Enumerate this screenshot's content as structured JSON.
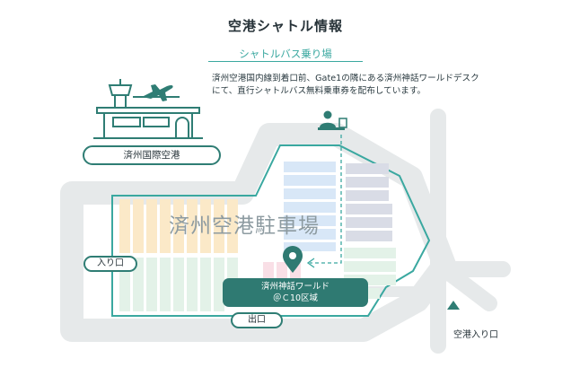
{
  "title": "空港シャトル情報",
  "subtitle": "シャトルバス乗り場",
  "description": "済州空港国内線到着口前、Gate1の隣にある済州神話ワールドデスクにて、直行シャトルバス無料乗車券を配布しています。",
  "labels": {
    "airport": "済州国際空港",
    "parking": "済州空港駐車場",
    "entrance": "入り口",
    "exit": "出口",
    "counter_line1": "済州神話ワールド",
    "counter_line2": "＠Ｃ10区域",
    "airport_entrance": "空港入り口"
  },
  "colors": {
    "accent": "#3aa8a0",
    "counter": "#2f7a72",
    "road": "#e6e9ea",
    "zone_orange": "#fbe9c8",
    "zone_blue": "#d8e7f7",
    "zone_green": "#e3f2e8",
    "zone_pink": "#f9dfe6",
    "zone_gray": "#d9dce6"
  },
  "icons": [
    "control-tower-icon",
    "airplane-icon",
    "terminal-building-icon",
    "info-desk-icon",
    "location-pin-icon"
  ]
}
